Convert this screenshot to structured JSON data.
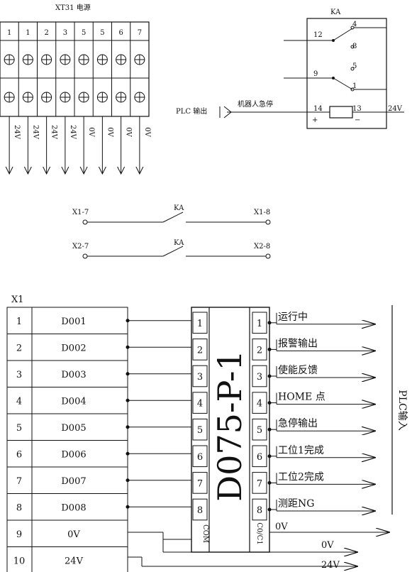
{
  "terminal_block": {
    "title": "XT31 电源",
    "numbers": [
      "1",
      "1",
      "2",
      "3",
      "5",
      "5",
      "6",
      "7"
    ],
    "voltages": [
      "24V",
      "24V",
      "24V",
      "24V",
      "0V",
      "0V",
      "0V",
      "0V"
    ]
  },
  "relay": {
    "title": "KA",
    "pins": {
      "p12": "12",
      "p9": "9",
      "p4": "4",
      "p8": "8",
      "p5": "5",
      "p1": "1",
      "p14": "14",
      "p13": "13"
    },
    "plus": "+",
    "minus": "−",
    "supply": "24V",
    "plc_out": "PLC 输出",
    "estop": "机器人急停"
  },
  "contacts": [
    {
      "left": "X1-7",
      "label": "KA",
      "right": "X1-8"
    },
    {
      "left": "X2-7",
      "label": "KA",
      "right": "X2-8"
    }
  ],
  "connector": {
    "title": "X1",
    "rows": [
      {
        "num": "1",
        "name": "D001"
      },
      {
        "num": "2",
        "name": "D002"
      },
      {
        "num": "3",
        "name": "D003"
      },
      {
        "num": "4",
        "name": "D004"
      },
      {
        "num": "5",
        "name": "D005"
      },
      {
        "num": "6",
        "name": "D006"
      },
      {
        "num": "7",
        "name": "D007"
      },
      {
        "num": "8",
        "name": "D008"
      },
      {
        "num": "9",
        "name": "0V"
      },
      {
        "num": "10",
        "name": "24V"
      }
    ]
  },
  "module": {
    "name": "D075-P-1",
    "left_pins": [
      "1",
      "2",
      "3",
      "4",
      "5",
      "6",
      "7",
      "8"
    ],
    "left_com": "COM",
    "right_pins": [
      "1",
      "2",
      "3",
      "4",
      "5",
      "6",
      "7",
      "8"
    ],
    "right_com": "C0/C1"
  },
  "outputs": [
    "运行中",
    "报警输出",
    "使能反馈",
    "HOME 点",
    "急停输出",
    "工位1完成",
    "工位2完成",
    "测距NG"
  ],
  "bottom_labels": {
    "ov_right": "0V",
    "ov_bottom": "0V",
    "v24_bottom": "24V"
  },
  "plc_input": "PLC输入"
}
